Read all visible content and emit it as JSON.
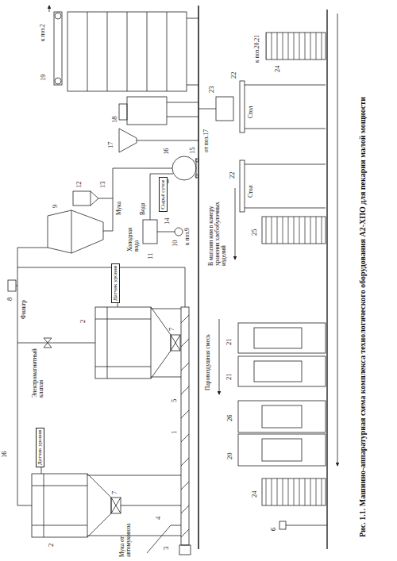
{
  "diagram": {
    "caption": "Рис. 1.1. Машинно-аппаратурная схема комплекса технологического оборудования А2-ХПО для пекарни малой мощности",
    "nodes": [
      {
        "text": [
          "Датчик уровня"
        ]
      },
      {
        "text": [
          "Датчик уровня"
        ]
      },
      {
        "text": [
          "Сырьё сухое"
        ]
      }
    ],
    "labels": [
      "16",
      "Фильтр",
      "Электромагнитный клапан",
      "Мука от автомуковоза",
      "Холодная вода",
      "Вода",
      "Мука",
      "к поз.9",
      "от поз.17",
      "к поз.2",
      "к поз.20,21",
      "В магазин или в камеру хранения хлебобулочных изделий",
      "Паровоздушная смесь",
      "Стол",
      "Стол",
      "1",
      "2",
      "2",
      "3",
      "4",
      "5",
      "6",
      "7",
      "7",
      "8",
      "9",
      "10",
      "11",
      "12",
      "13",
      "14",
      "15",
      "16",
      "17",
      "18",
      "19",
      "20",
      "21",
      "21",
      "22",
      "22",
      "23",
      "24",
      "24",
      "25",
      "26"
    ]
  }
}
